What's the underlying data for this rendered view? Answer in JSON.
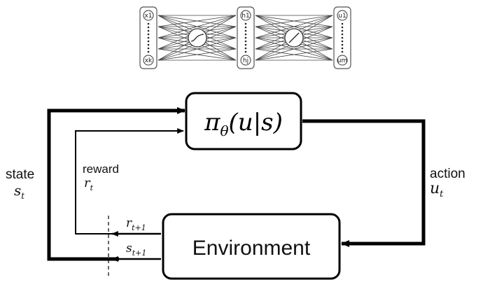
{
  "network": {
    "input_top": "x1",
    "input_bottom": "xk",
    "hidden_top": "h1",
    "hidden_bottom": "hj",
    "output_top": "u1",
    "output_bottom": "um"
  },
  "policy": {
    "pi": "π",
    "theta": "θ",
    "args": "(u|s)"
  },
  "environment_label": "Environment",
  "state": {
    "word": "state",
    "sym": "s",
    "sub": "t"
  },
  "reward": {
    "word": "reward",
    "sym": "r",
    "sub": "t"
  },
  "action": {
    "word": "action",
    "sym": "u",
    "sub": "t"
  },
  "feedback": {
    "r_next": {
      "sym": "r",
      "sub": "t+1"
    },
    "s_next": {
      "sym": "s",
      "sub": "t+1"
    }
  }
}
